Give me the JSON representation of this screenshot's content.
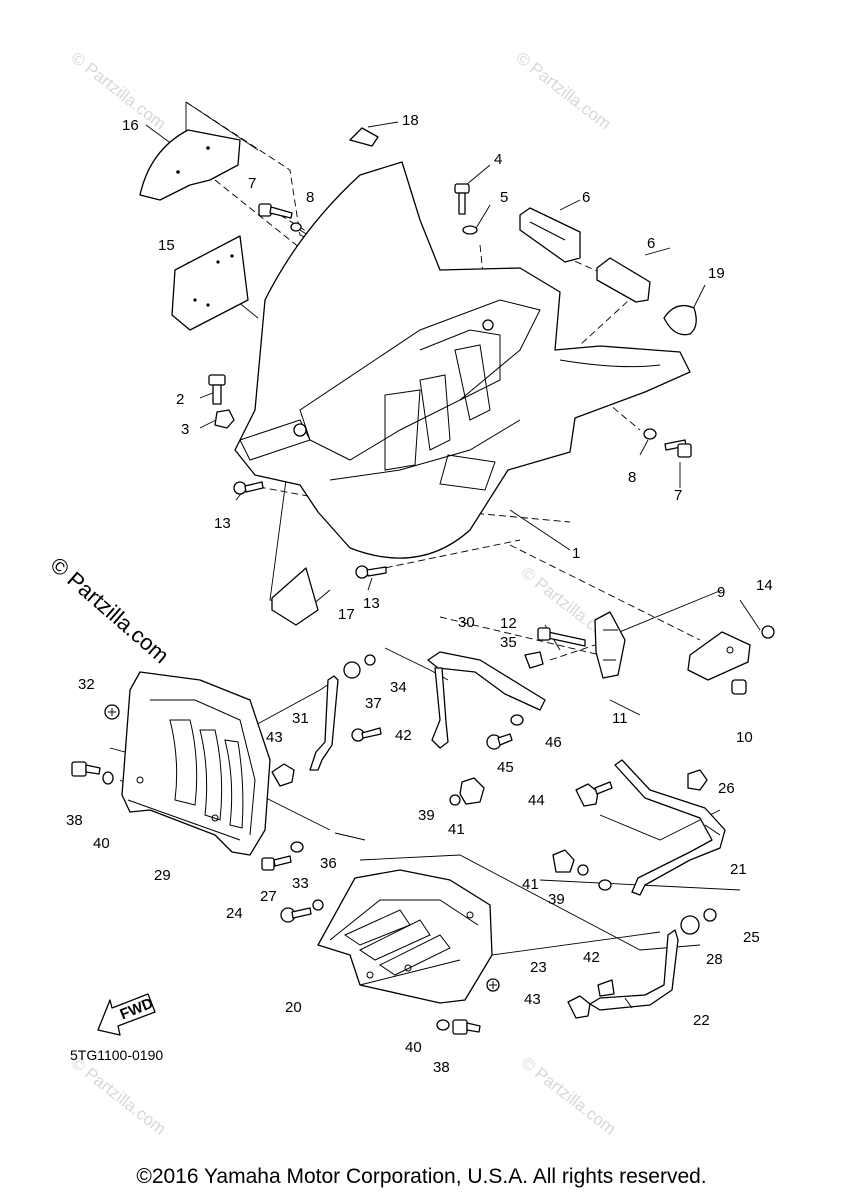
{
  "diagram": {
    "code": "5TG1100-0190",
    "copyright": "©2016 Yamaha Motor Corporation, U.S.A. All rights reserved.",
    "watermark": "© Partzilla.com",
    "faint_watermark": "© Partzilla.com",
    "fwd_label": "FWD"
  },
  "callouts": [
    {
      "id": "c16",
      "label": "16"
    },
    {
      "id": "c18",
      "label": "18"
    },
    {
      "id": "c4",
      "label": "4"
    },
    {
      "id": "c7a",
      "label": "7"
    },
    {
      "id": "c8a",
      "label": "8"
    },
    {
      "id": "c5",
      "label": "5"
    },
    {
      "id": "c6a",
      "label": "6"
    },
    {
      "id": "c6b",
      "label": "6"
    },
    {
      "id": "c15",
      "label": "15"
    },
    {
      "id": "c19",
      "label": "19"
    },
    {
      "id": "c2",
      "label": "2"
    },
    {
      "id": "c3",
      "label": "3"
    },
    {
      "id": "c8b",
      "label": "8"
    },
    {
      "id": "c7b",
      "label": "7"
    },
    {
      "id": "c13a",
      "label": "13"
    },
    {
      "id": "c1",
      "label": "1"
    },
    {
      "id": "c13b",
      "label": "13"
    },
    {
      "id": "c17",
      "label": "17"
    },
    {
      "id": "c9",
      "label": "9"
    },
    {
      "id": "c14",
      "label": "14"
    },
    {
      "id": "c30",
      "label": "30"
    },
    {
      "id": "c12",
      "label": "12"
    },
    {
      "id": "c35",
      "label": "35"
    },
    {
      "id": "c32",
      "label": "32"
    },
    {
      "id": "c37",
      "label": "37"
    },
    {
      "id": "c34",
      "label": "34"
    },
    {
      "id": "c11",
      "label": "11"
    },
    {
      "id": "c10",
      "label": "10"
    },
    {
      "id": "c31",
      "label": "31"
    },
    {
      "id": "c42a",
      "label": "42"
    },
    {
      "id": "c43a",
      "label": "43"
    },
    {
      "id": "c46",
      "label": "46"
    },
    {
      "id": "c45",
      "label": "45"
    },
    {
      "id": "c38a",
      "label": "38"
    },
    {
      "id": "c40a",
      "label": "40"
    },
    {
      "id": "c44",
      "label": "44"
    },
    {
      "id": "c26",
      "label": "26"
    },
    {
      "id": "c39a",
      "label": "39"
    },
    {
      "id": "c41a",
      "label": "41"
    },
    {
      "id": "c36",
      "label": "36"
    },
    {
      "id": "c29",
      "label": "29"
    },
    {
      "id": "c33",
      "label": "33"
    },
    {
      "id": "c21",
      "label": "21"
    },
    {
      "id": "c41b",
      "label": "41"
    },
    {
      "id": "c39b",
      "label": "39"
    },
    {
      "id": "c27",
      "label": "27"
    },
    {
      "id": "c24",
      "label": "24"
    },
    {
      "id": "c25",
      "label": "25"
    },
    {
      "id": "c28",
      "label": "28"
    },
    {
      "id": "c20",
      "label": "20"
    },
    {
      "id": "c23",
      "label": "23"
    },
    {
      "id": "c42b",
      "label": "42"
    },
    {
      "id": "c43b",
      "label": "43"
    },
    {
      "id": "c22",
      "label": "22"
    },
    {
      "id": "c40b",
      "label": "40"
    },
    {
      "id": "c38b",
      "label": "38"
    }
  ]
}
